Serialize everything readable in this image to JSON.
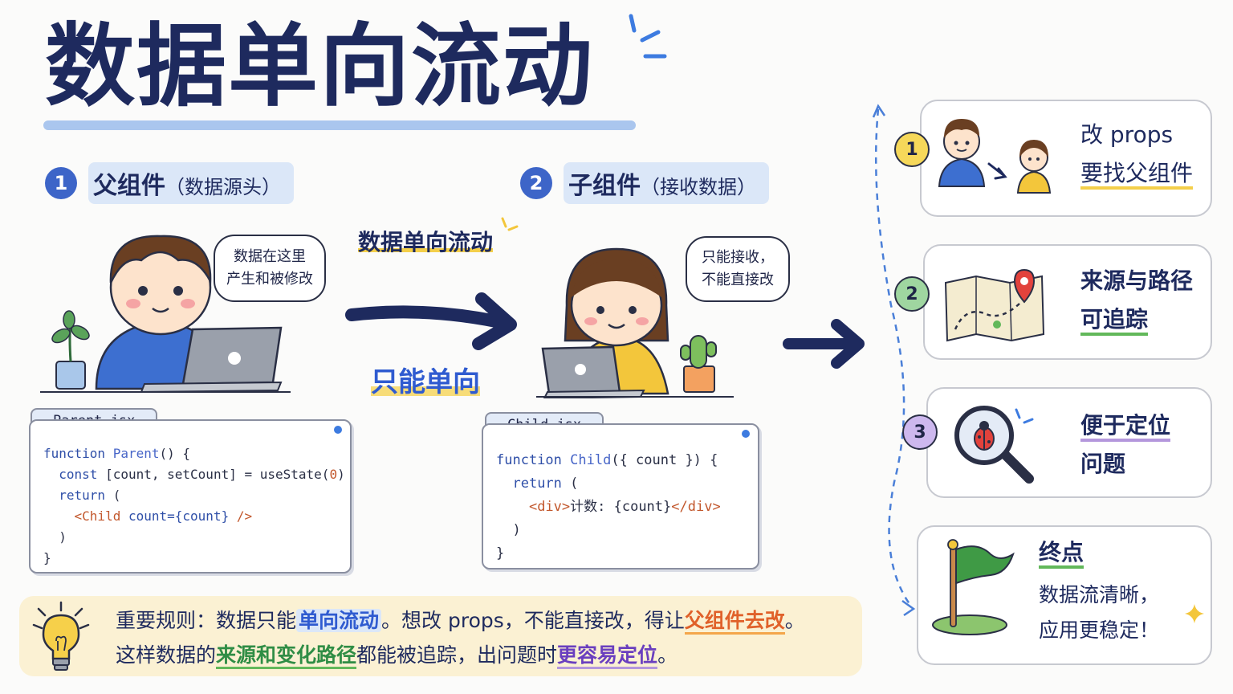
{
  "title": "数据单向流动",
  "parent_section": {
    "number": "1",
    "label": "父组件",
    "sublabel": "（数据源头）",
    "bubble_line1": "数据在这里",
    "bubble_line2": "产生和被修改",
    "code_tab": "Parent.jsx",
    "code": {
      "l1_kw": "function",
      "l1_fn": "Parent",
      "l1_rest": "() {",
      "l2_kw": "const",
      "l2_rest": "[count, setCount] = useState(",
      "l2_num": "0",
      "l2_end": ")",
      "l3_kw": "return",
      "l3_rest": "(",
      "l4_tag": "<Child",
      "l4_attr": "count={count}",
      "l4_end": "/>",
      "l5": ")",
      "l6": "}"
    }
  },
  "child_section": {
    "number": "2",
    "label": "子组件",
    "sublabel": "（接收数据）",
    "bubble_line1": "只能接收，",
    "bubble_line2": "不能直接改",
    "code_tab": "Child.jsx",
    "code": {
      "l1_kw": "function",
      "l1_fn": "Child",
      "l1_rest": "({ count }) {",
      "l2_kw": "return",
      "l2_rest": "(",
      "l3_tag_open": "<div>",
      "l3_text": "计数: {count}",
      "l3_tag_close": "</div>",
      "l4": ")",
      "l5": "}"
    }
  },
  "flow_arrow_label": "数据单向流动",
  "one_way_label": "只能单向",
  "benefits": [
    {
      "number": "1",
      "line1": "改 props",
      "line2": "要找父组件",
      "color": "#f6d85a",
      "icon": "parent-child-icon"
    },
    {
      "number": "2",
      "line1": "来源与路径",
      "line2": "可追踪",
      "color": "#9fd6a0",
      "icon": "map-pin-icon"
    },
    {
      "number": "3",
      "line1": "便于定位",
      "line2": "问题",
      "color": "#cdb8ee",
      "icon": "magnifier-bug-icon"
    }
  ],
  "end_card": {
    "title": "终点",
    "line1": "数据流清晰，",
    "line2": "应用更稳定！",
    "icon": "flag-icon"
  },
  "rule": {
    "l1_a": "重要规则：数据只能",
    "l1_b": "单向流动",
    "l1_c": "。想改 props，不能直接改，得让",
    "l1_d": "父组件去改",
    "l1_e": "。",
    "l2_a": "这样数据的",
    "l2_b": "来源和变化路径",
    "l2_c": "都能被追踪，出问题时",
    "l2_d": "更容易定位",
    "l2_e": "。",
    "icon": "lightbulb-icon"
  },
  "colors": {
    "navy": "#1e2a5e",
    "accent_blue": "#3d65c8",
    "yellow": "#f4cf4a",
    "green": "#62b85a",
    "purple": "#b497dc",
    "orange": "#e0612a"
  }
}
